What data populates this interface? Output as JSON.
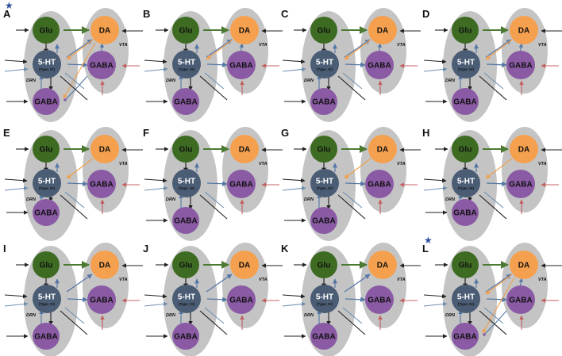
{
  "nodes": {
    "glu": "Glu",
    "da": "DA",
    "ht": "5-HT",
    "ht_sub": "(Type_IV)",
    "gaba_vta": "GABA",
    "gaba_drn": "GABA"
  },
  "regions": {
    "drn": "DRN",
    "vta": "VTA"
  },
  "colors": {
    "glu": "#3d6b22",
    "da": "#f5a04e",
    "ht": "#4b5d75",
    "gaba": "#8a5aa5",
    "ellipse": "#c4c4c4",
    "green_edge": "#4c7a32",
    "orange_edge": "#f0a050",
    "blue_edge": "#5577a5",
    "red_edge": "#c46060",
    "steel_edge": "#6f8fb0",
    "black_edge": "#222222"
  },
  "panels": [
    {
      "letter": "A",
      "star": true,
      "drn_gaba": "low",
      "feedback": true,
      "ht_to_da": true,
      "ht_to_gaba": true,
      "da_to_ht": true,
      "gaba_to_da": true
    },
    {
      "letter": "B",
      "star": false,
      "drn_gaba": "low",
      "feedback": false,
      "ht_to_da": true,
      "ht_to_gaba": true,
      "da_to_ht": true,
      "gaba_to_da": true
    },
    {
      "letter": "C",
      "star": false,
      "drn_gaba": "low",
      "feedback": false,
      "ht_to_da": true,
      "ht_to_gaba": true,
      "da_to_ht": true,
      "gaba_to_da": true
    },
    {
      "letter": "D",
      "star": false,
      "drn_gaba": "low",
      "feedback": false,
      "ht_to_da": true,
      "ht_to_gaba": true,
      "da_to_ht": true,
      "gaba_to_da": true
    },
    {
      "letter": "E",
      "star": false,
      "drn_gaba": "high",
      "feedback": false,
      "ht_to_da": false,
      "ht_to_gaba": true,
      "da_to_ht": true,
      "gaba_to_da": false
    },
    {
      "letter": "F",
      "star": false,
      "drn_gaba": "low",
      "feedback": false,
      "ht_to_da": false,
      "ht_to_gaba": true,
      "da_to_ht": false,
      "gaba_to_da": false
    },
    {
      "letter": "G",
      "star": false,
      "drn_gaba": "low",
      "feedback": false,
      "ht_to_da": false,
      "ht_to_gaba": true,
      "da_to_ht": true,
      "gaba_to_da": false
    },
    {
      "letter": "H",
      "star": false,
      "drn_gaba": "high",
      "feedback": false,
      "ht_to_da": false,
      "ht_to_gaba": true,
      "da_to_ht": true,
      "gaba_to_da": false
    },
    {
      "letter": "I",
      "star": false,
      "drn_gaba": "low",
      "feedback": false,
      "ht_to_da": true,
      "ht_to_gaba": true,
      "da_to_ht": false,
      "gaba_to_da": false
    },
    {
      "letter": "J",
      "star": false,
      "drn_gaba": "low",
      "feedback": false,
      "ht_to_da": true,
      "ht_to_gaba": true,
      "da_to_ht": false,
      "gaba_to_da": false
    },
    {
      "letter": "K",
      "star": false,
      "drn_gaba": "low",
      "feedback": false,
      "ht_to_da": true,
      "ht_to_gaba": true,
      "da_to_ht": false,
      "gaba_to_da": false
    },
    {
      "letter": "L",
      "star": true,
      "drn_gaba": "low",
      "feedback": true,
      "ht_to_da": true,
      "ht_to_gaba": true,
      "da_to_ht": true,
      "gaba_to_da": true
    }
  ]
}
